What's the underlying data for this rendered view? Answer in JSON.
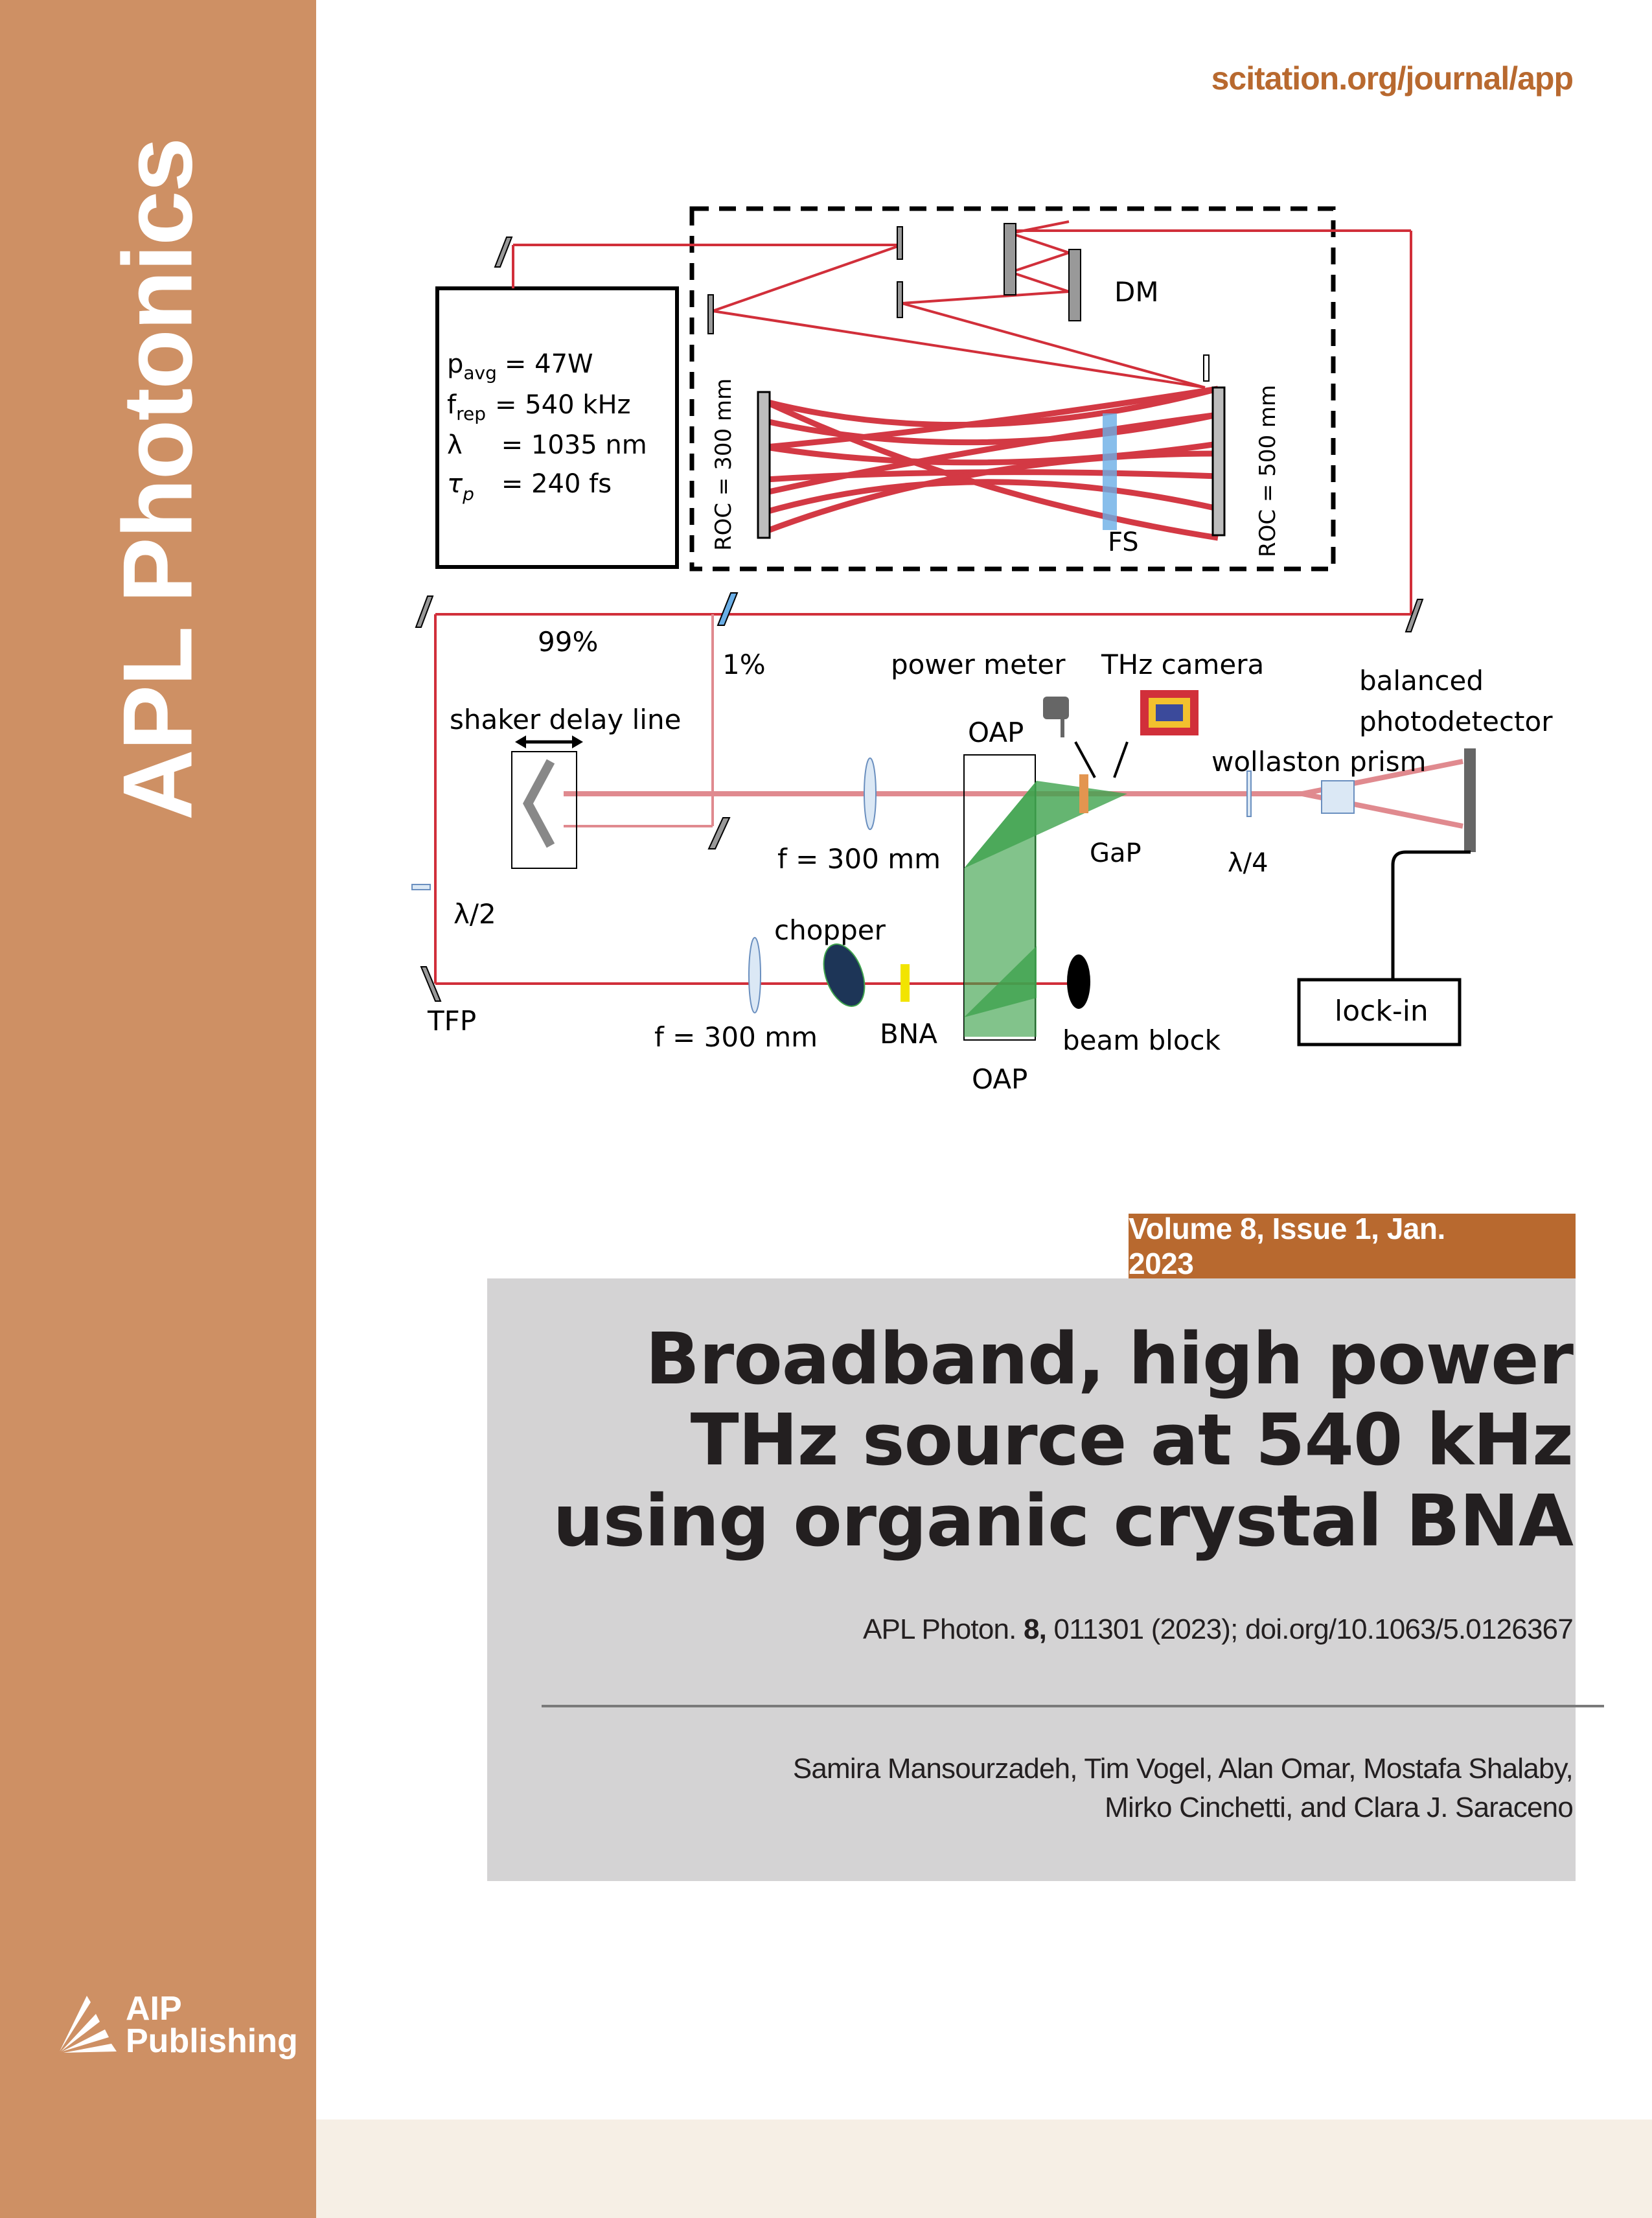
{
  "sidebar": {
    "journal_title": "APL Photonics",
    "publisher_line1": "AIP",
    "publisher_line2": "Publishing",
    "color": "#ce9064"
  },
  "header": {
    "url": "scitation.org/journal/app",
    "accent_color": "#b8692f"
  },
  "figure": {
    "laser_params": {
      "p_avg": {
        "symbol": "p",
        "sub": "avg",
        "value": "= 47W"
      },
      "f_rep": {
        "symbol": "f",
        "sub": "rep",
        "value": "= 540 kHz"
      },
      "lambda": {
        "symbol": "λ",
        "value": "= 1035 nm"
      },
      "tau_p": {
        "symbol": "τ",
        "sub": "p",
        "value": "= 240 fs"
      }
    },
    "labels": {
      "dm": "DM",
      "roc_left": "ROC = 300 mm",
      "roc_right": "ROC = 500 mm",
      "fs": "FS",
      "split_99": "99%",
      "split_1": "1%",
      "shaker": "shaker delay line",
      "power_meter": "power meter",
      "thz_camera": "THz camera",
      "balanced_1": "balanced",
      "balanced_2": "photodetector",
      "oap_top": "OAP",
      "oap_bottom": "OAP",
      "wollaston": "wollaston prism",
      "lens_top": "f = 300 mm",
      "lens_bottom": "f = 300 mm",
      "gap": "GaP",
      "quarter_wave": "λ/4",
      "half_wave": "λ/2",
      "chopper": "chopper",
      "tfp": "TFP",
      "bna": "BNA",
      "beam_block": "beam block",
      "lock_in": "lock-in"
    },
    "colors": {
      "beam": "#d12f3a",
      "probe": "#e08a8f",
      "thz": "#3fa34d",
      "fs_plate": "#6aaee6",
      "gap": "#e39550",
      "bna": "#f2e400"
    }
  },
  "issue": {
    "label": "Volume 8, Issue 1, Jan. 2023"
  },
  "article": {
    "title_line1": "Broadband, high power",
    "title_line2": "THz source at 540 kHz",
    "title_line3": "using organic crystal BNA",
    "citation_prefix": "APL Photon. ",
    "citation_volume": "8,",
    "citation_rest": " 011301 (2023); doi.org/10.1063/5.0126367",
    "authors_line1": "Samira Mansourzadeh, Tim Vogel, Alan Omar, Mostafa Shalaby,",
    "authors_line2": "Mirko Cinchetti, and Clara J. Saraceno"
  }
}
